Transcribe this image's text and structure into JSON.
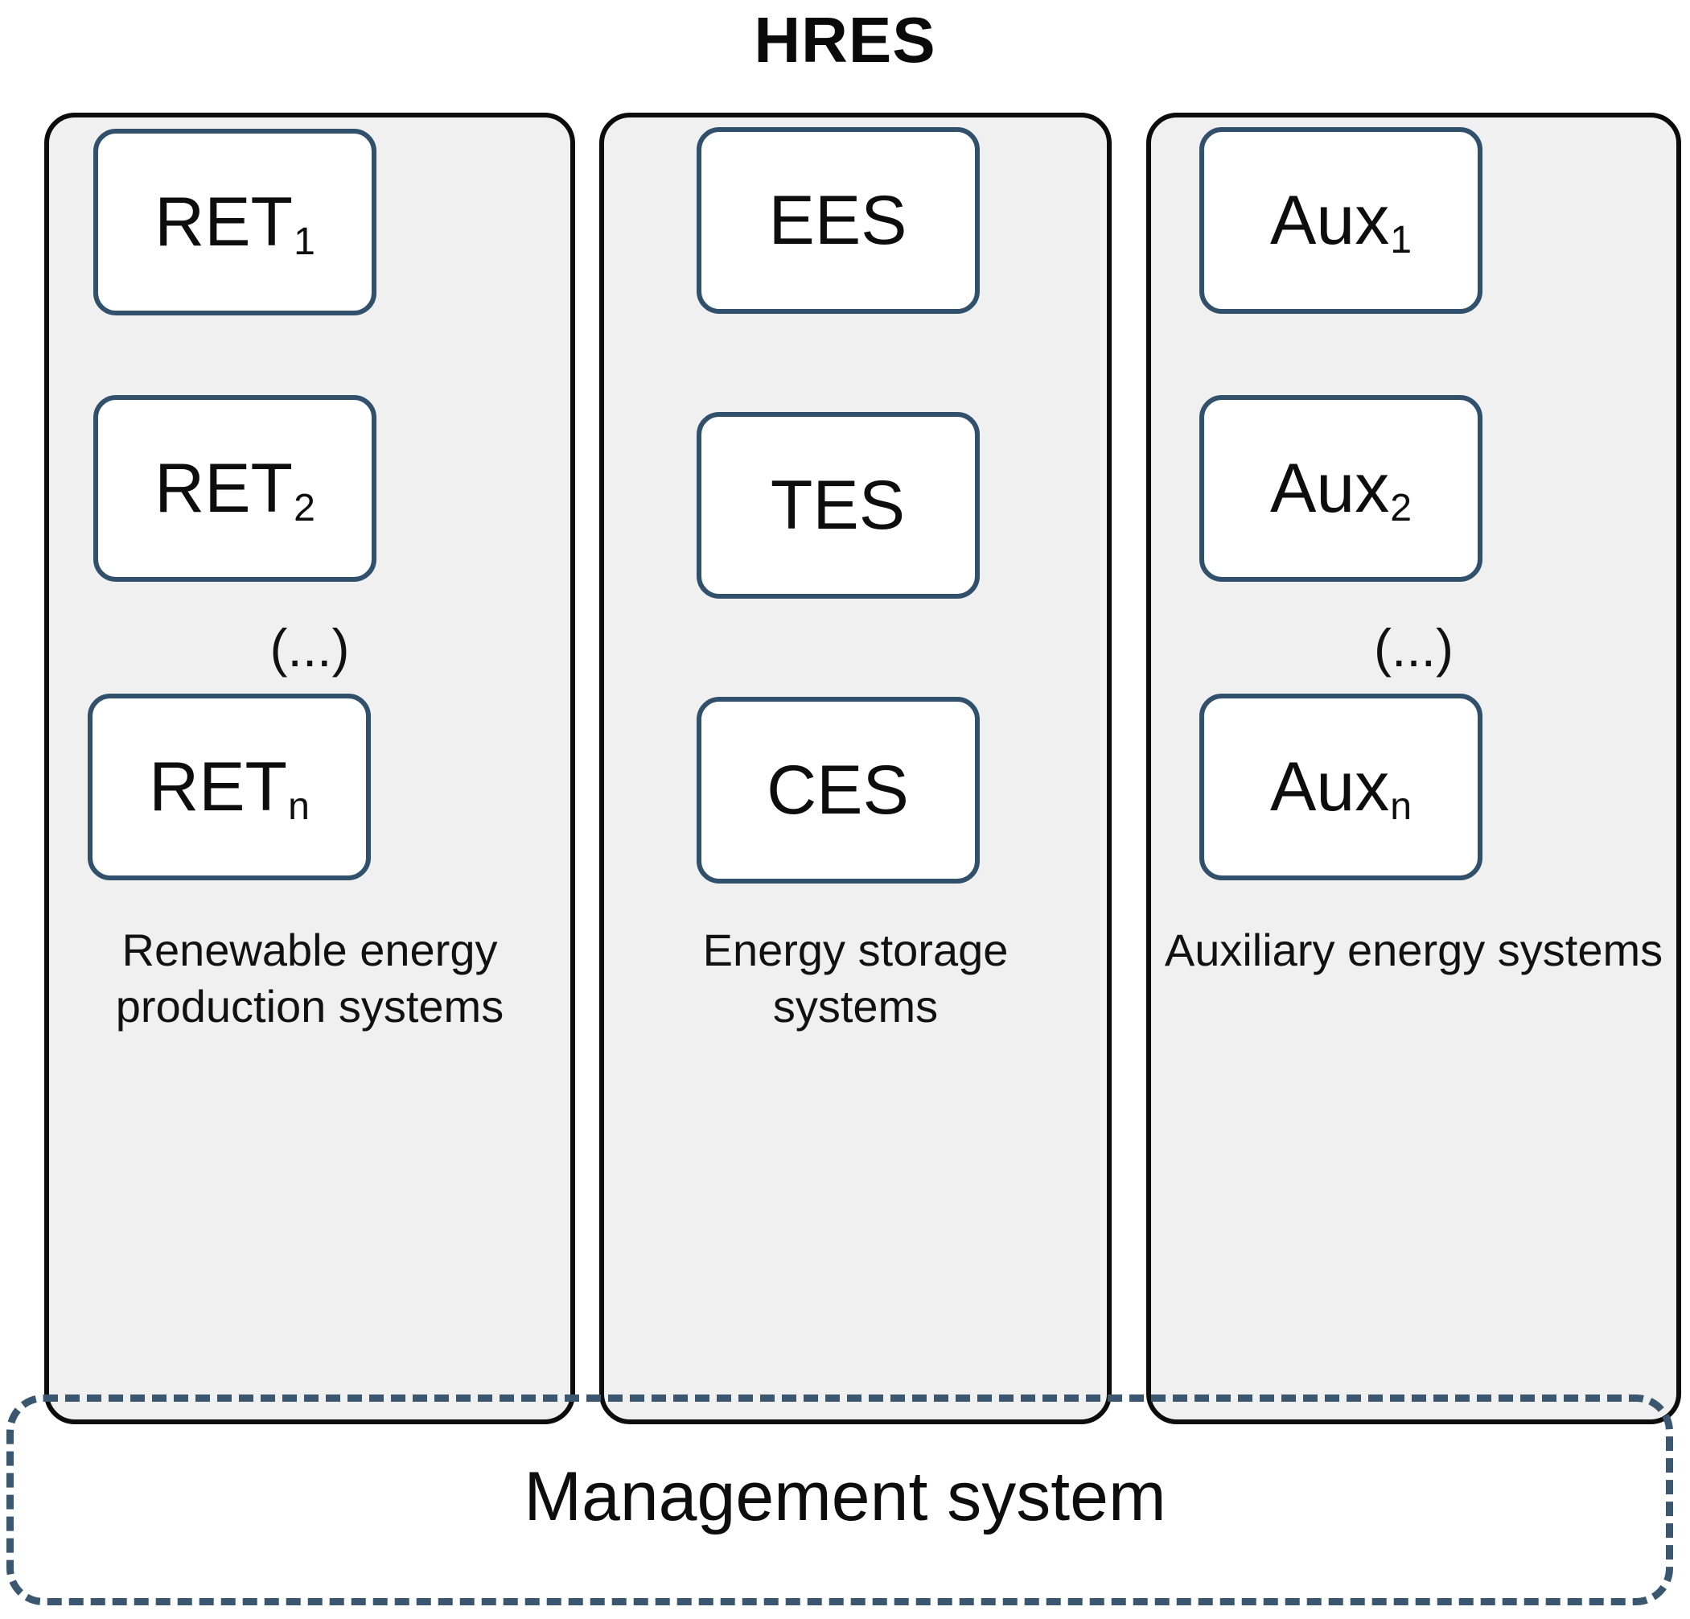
{
  "diagram": {
    "title": "HRES",
    "columns": [
      {
        "id": "renewable-energy-production",
        "caption": "Renewable energy production systems",
        "nodes": [
          {
            "base": "RET",
            "sub": "1"
          },
          {
            "base": "RET",
            "sub": "2"
          },
          {
            "base": "RET",
            "sub": "n"
          }
        ],
        "ellipsis": "(...)",
        "has_ellipsis": true
      },
      {
        "id": "energy-storage",
        "caption": "Energy storage systems",
        "nodes": [
          {
            "base": "EES",
            "sub": ""
          },
          {
            "base": "TES",
            "sub": ""
          },
          {
            "base": "CES",
            "sub": ""
          }
        ],
        "ellipsis": "",
        "has_ellipsis": false
      },
      {
        "id": "auxiliary-energy",
        "caption": "Auxiliary energy systems",
        "nodes": [
          {
            "base": "Aux",
            "sub": "1"
          },
          {
            "base": "Aux",
            "sub": "2"
          },
          {
            "base": "Aux",
            "sub": "n"
          }
        ],
        "ellipsis": "(...)",
        "has_ellipsis": true
      }
    ],
    "management": {
      "label": "Management system"
    },
    "colors": {
      "node_border": "#31506b",
      "panel_border": "#0c0c0c",
      "panel_fill": "#f0f0f0",
      "management_border": "#3b5770",
      "text": "#0d0d0d",
      "background": "#ffffff"
    }
  }
}
